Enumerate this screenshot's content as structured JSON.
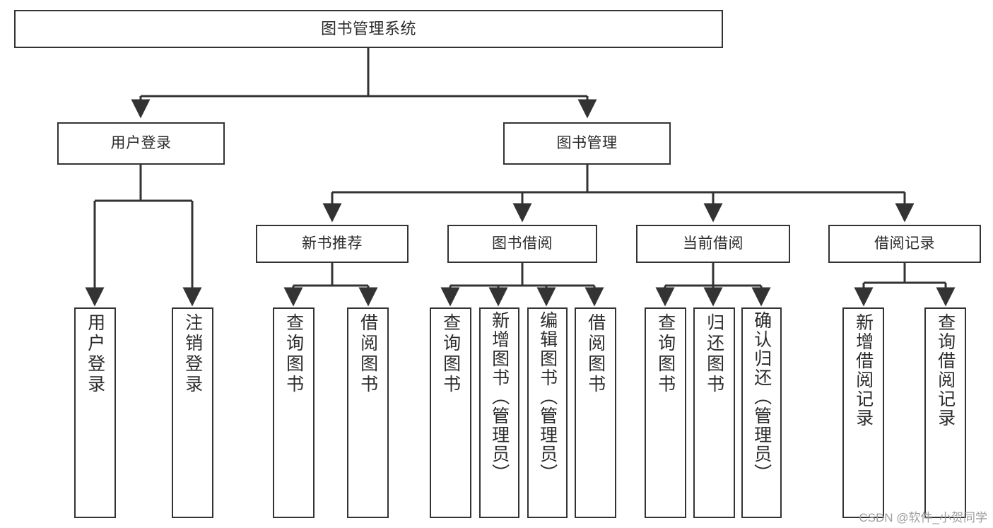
{
  "diagram": {
    "type": "tree-hierarchy",
    "title": "图书管理系统",
    "orientation": "top-down",
    "colors": {
      "box_border": "#333333",
      "box_fill": "#ffffff",
      "edge": "#333333",
      "text": "#2b2b2b",
      "watermark": "#9e9e9e",
      "background": "#ffffff"
    },
    "watermark": "CSDN @软件_小贺同学",
    "nodes": {
      "root": {
        "label": "图书管理系统",
        "level": 0
      },
      "level1": [
        {
          "id": "user-login",
          "label": "用户登录"
        },
        {
          "id": "book-management",
          "label": "图书管理"
        }
      ],
      "level2": [
        {
          "id": "new-book-recommend",
          "label": "新书推荐",
          "parent": "book-management"
        },
        {
          "id": "book-borrow",
          "label": "图书借阅",
          "parent": "book-management"
        },
        {
          "id": "current-borrow",
          "label": "当前借阅",
          "parent": "book-management"
        },
        {
          "id": "borrow-record",
          "label": "借阅记录",
          "parent": "book-management"
        }
      ],
      "leaves": [
        {
          "id": "leaf-user-login",
          "label": "用户登录",
          "parent": "user-login"
        },
        {
          "id": "leaf-user-logout",
          "label": "注销登录",
          "parent": "user-login"
        },
        {
          "id": "leaf-query-book-1",
          "label": "查询图书",
          "parent": "new-book-recommend"
        },
        {
          "id": "leaf-borrow-book-1",
          "label": "借阅图书",
          "parent": "new-book-recommend"
        },
        {
          "id": "leaf-query-book-2",
          "label": "查询图书",
          "parent": "book-borrow"
        },
        {
          "id": "leaf-add-book",
          "label": "新增图书（管理员）",
          "parent": "book-borrow"
        },
        {
          "id": "leaf-edit-book",
          "label": "编辑图书（管理员）",
          "parent": "book-borrow"
        },
        {
          "id": "leaf-borrow-book-2",
          "label": "借阅图书",
          "parent": "book-borrow"
        },
        {
          "id": "leaf-query-book-3",
          "label": "查询图书",
          "parent": "current-borrow"
        },
        {
          "id": "leaf-return-book",
          "label": "归还图书",
          "parent": "current-borrow"
        },
        {
          "id": "leaf-confirm-return",
          "label": "确认归还（管理员）",
          "parent": "current-borrow"
        },
        {
          "id": "leaf-add-record",
          "label": "新增借阅记录",
          "parent": "borrow-record"
        },
        {
          "id": "leaf-query-record",
          "label": "查询借阅记录",
          "parent": "borrow-record"
        }
      ]
    }
  }
}
